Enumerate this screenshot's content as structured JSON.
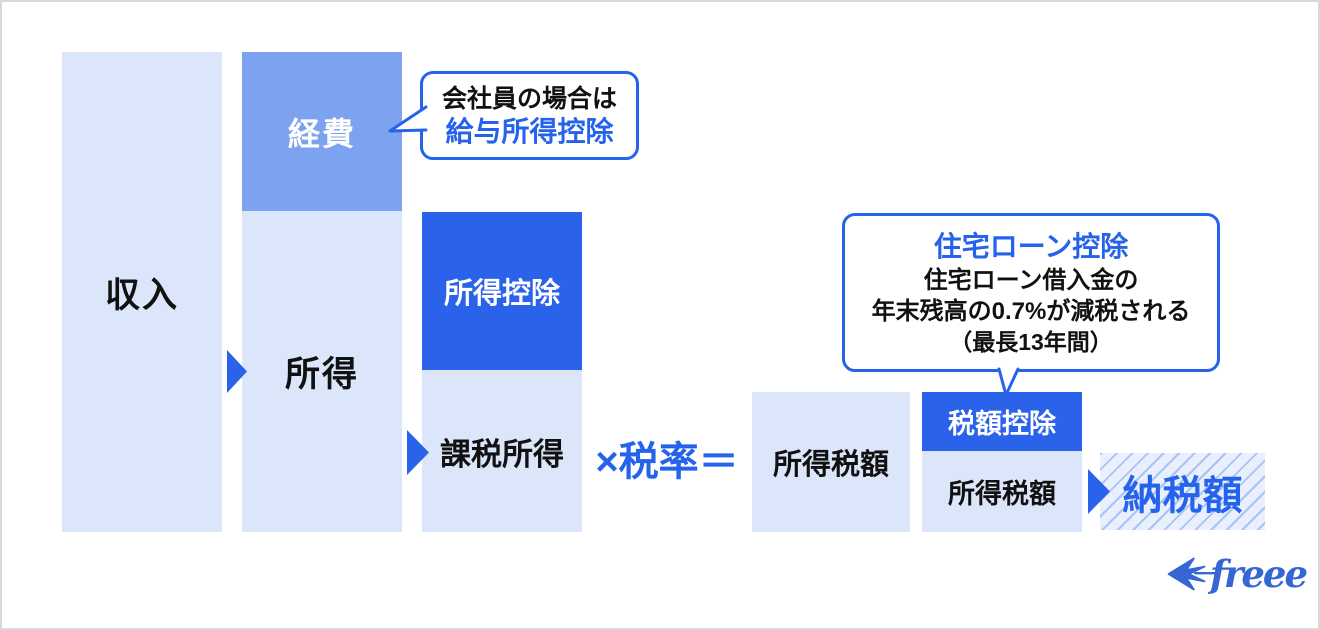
{
  "colors": {
    "light_box": "#dbe6fb",
    "medium_box": "#7da3f0",
    "dark_box": "#2a62e9",
    "accent_text": "#2663ec",
    "hatch_background": "#e9effc",
    "hatch_stripe": "#a6c4f3",
    "black_text": "#111111",
    "logo_blue": "#3566d4",
    "canvas_border": "#d8d8d8"
  },
  "flow": {
    "income": {
      "label": "収入"
    },
    "expenses": {
      "label": "経費"
    },
    "net_income": {
      "label": "所得"
    },
    "income_deduction": {
      "label": "所得控除"
    },
    "taxable_income": {
      "label": "課税所得"
    },
    "operator": {
      "label": "×税率＝"
    },
    "income_tax_amount_1": {
      "label": "所得税額"
    },
    "tax_credit": {
      "label": "税額控除"
    },
    "income_tax_amount_2": {
      "label": "所得税額"
    },
    "tax_payment": {
      "label": "納税額"
    }
  },
  "callouts": {
    "salary": {
      "line1": "会社員の場合は",
      "line2": "給与所得控除"
    },
    "housing": {
      "title": "住宅ローン控除",
      "body_line1": "住宅ローン借入金の",
      "body_line2": "年末残高の0.7%が減税される",
      "note": "（最長13年間）"
    }
  },
  "logo": {
    "text": "freee"
  }
}
